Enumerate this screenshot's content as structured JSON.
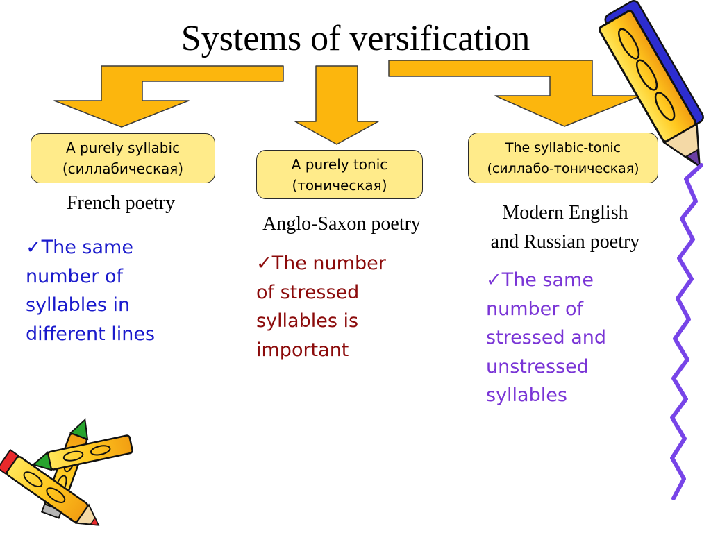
{
  "title": "Systems of versification",
  "colors": {
    "arrow_fill": "#fcb60d",
    "arrow_stroke": "#3b3b3b",
    "box_fill": "#ffeb8a",
    "french_text": "#1a1acc",
    "anglo_text": "#8b0a0a",
    "modern_text": "#7a35d6",
    "squiggle": "#7744e8",
    "pencil_body": "#ffd21f",
    "pencil_tip_red": "#e8292b",
    "pencil_tip_green": "#27a32d"
  },
  "icons": {
    "left_arrow": "down-arrow-icon",
    "middle_arrow": "down-arrow-icon",
    "right_arrow": "down-arrow-icon",
    "pencil_top_right": "pencil-icon",
    "pencils_bottom_left": "crossed-pencils-icon",
    "squiggle_right": "wavy-line-icon"
  },
  "systems": [
    {
      "box_lines": [
        "A purely syllabic",
        "(силлабическая)"
      ],
      "poetry_lines": [
        "French poetry"
      ],
      "feature_lines": [
        "✓The same",
        "number of",
        "syllables in",
        "different lines"
      ]
    },
    {
      "box_lines": [
        "A purely tonic",
        "(тоническая)"
      ],
      "poetry_lines": [
        "Anglo-Saxon poetry"
      ],
      "feature_lines": [
        "✓The number",
        "of stressed",
        "syllables is",
        "important"
      ]
    },
    {
      "box_lines": [
        "The syllabic-tonic",
        "(силлабо-тоническая)"
      ],
      "poetry_lines": [
        "Modern English",
        "and Russian poetry"
      ],
      "feature_lines": [
        "✓The same",
        "number of",
        "stressed and",
        "unstressed",
        "syllables"
      ]
    }
  ]
}
